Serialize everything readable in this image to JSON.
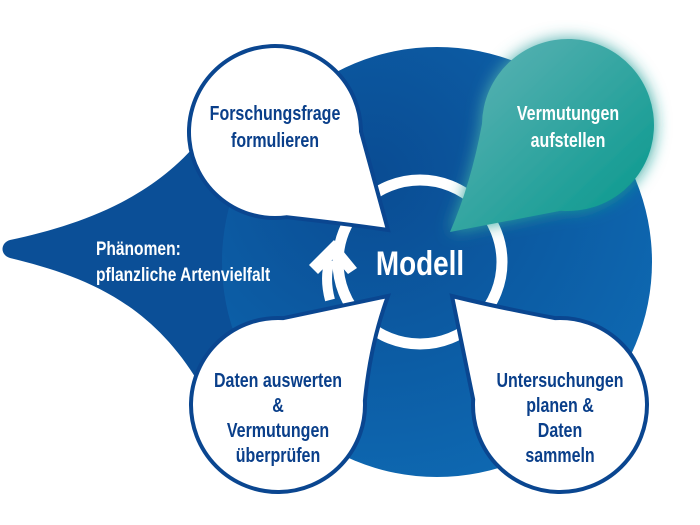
{
  "center": {
    "label": "Modell"
  },
  "phenomenon": {
    "lines": [
      "Phänomen:",
      "pflanzliche Artenvielfalt"
    ]
  },
  "steps": [
    {
      "id": "forschungsfrage",
      "lines": [
        "Forschungsfrage",
        "formulieren"
      ],
      "highlighted": false
    },
    {
      "id": "vermutungen",
      "lines": [
        "Vermutungen",
        "aufstellen"
      ],
      "highlighted": true
    },
    {
      "id": "untersuchungen",
      "lines": [
        "Untersuchungen",
        "planen &",
        "Daten",
        "sammeln"
      ],
      "highlighted": false
    },
    {
      "id": "auswerten",
      "lines": [
        "Daten auswerten",
        "&",
        "Vermutungen",
        "überprüfen"
      ],
      "highlighted": false
    }
  ],
  "colors": {
    "blue": "#0b4f97",
    "blue_light": "#0e6ab3",
    "outline": "#0a4690",
    "teal_light": "#5bb0b3",
    "teal": "#079a8e",
    "text_blue": "#0a3f8a"
  }
}
